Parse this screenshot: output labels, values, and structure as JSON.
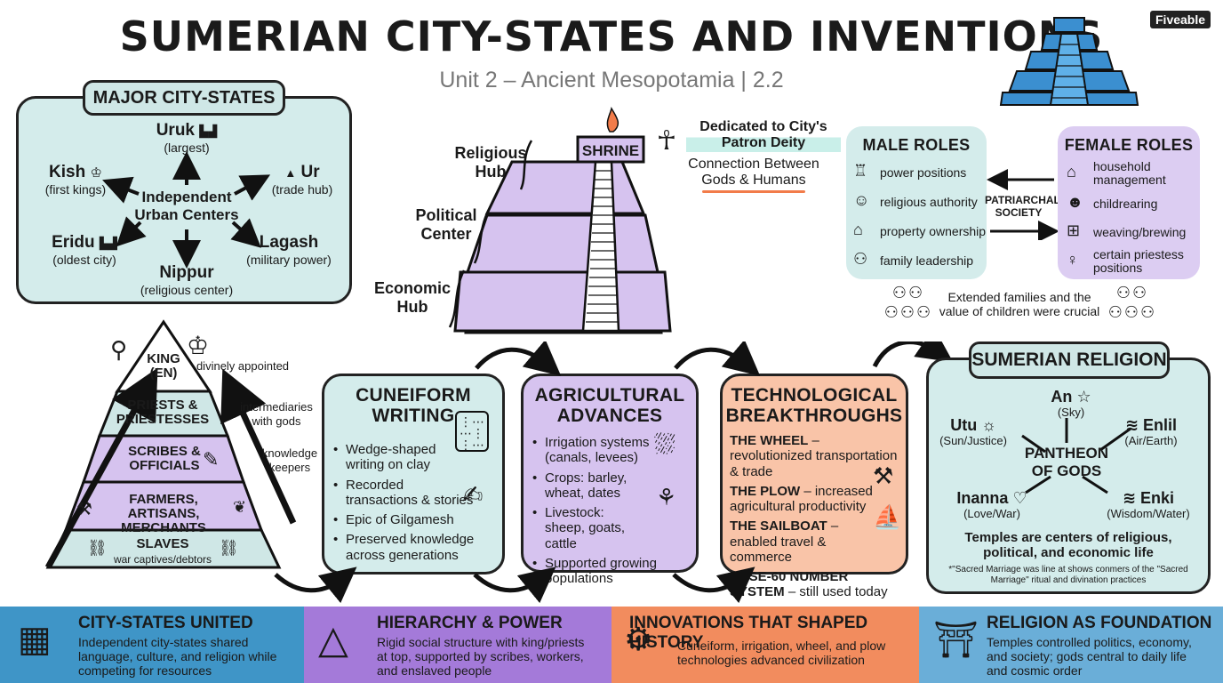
{
  "header": {
    "title": "SUMERIAN CITY-STATES AND INVENTIONS",
    "subtitle": "Unit 2 – Ancient Mesopotamia | 2.2",
    "logo_text": "Fiveable"
  },
  "city_states": {
    "heading": "MAJOR CITY-STATES",
    "center": "Independent Urban Centers",
    "cities": [
      {
        "name": "Uruk",
        "note": "(largest)"
      },
      {
        "name": "Kish",
        "note": "(first kings)"
      },
      {
        "name": "Ur",
        "note": "(trade hub)"
      },
      {
        "name": "Eridu",
        "note": "(oldest city)"
      },
      {
        "name": "Lagash",
        "note": "(military power)"
      },
      {
        "name": "Nippur",
        "note": "(religious center)"
      }
    ]
  },
  "ziggurat": {
    "shrine": "SHRINE",
    "levels": [
      "Religious Hub",
      "Political Center",
      "Economic Hub"
    ],
    "dedicated": "Dedicated to City's Patron Deity",
    "connection": "Connection Between Gods & Humans"
  },
  "roles": {
    "male_heading": "MALE ROLES",
    "male": [
      "power positions",
      "religious authority",
      "property ownership",
      "family leadership"
    ],
    "center": "PATRIARCHAL SOCIETY",
    "female_heading": "FEMALE ROLES",
    "female": [
      "household management",
      "childrearing",
      "weaving/brewing",
      "certain priestess positions"
    ],
    "families": "Extended families and the value of children were crucial"
  },
  "social_pyramid": {
    "tiers": [
      "KING (EN)",
      "PRIESTS & PRIESTESSES",
      "SCRIBES & OFFICIALS",
      "FARMERS, ARTISANS, MERCHANTS",
      "SLAVES"
    ],
    "slaves_note": "war captives/debtors",
    "side_notes": [
      "divinely appointed",
      "intermediaries with gods",
      "knowledge keepers"
    ]
  },
  "cuneiform": {
    "title": "CUNEIFORM WRITING",
    "items": [
      "Wedge-shaped writing on clay",
      "Recorded transactions & stories",
      "Epic of Gilgamesh",
      "Preserved knowledge across generations"
    ]
  },
  "agriculture": {
    "title": "AGRICULTURAL ADVANCES",
    "items": [
      "Irrigation systems (canals, levees)",
      "Crops: barley, wheat, dates",
      "Livestock: sheep, goats, cattle",
      "Supported growing populations"
    ]
  },
  "technology": {
    "title": "TECHNOLOGICAL BREAKTHROUGHS",
    "items": [
      {
        "name": "THE WHEEL",
        "desc": "– revolutionized transportation & trade"
      },
      {
        "name": "THE PLOW",
        "desc": "– increased agricultural productivity"
      },
      {
        "name": "THE SAILBOAT",
        "desc": "– enabled travel & commerce"
      },
      {
        "name": "BASE-60 NUMBER SYSTEM",
        "desc": "– still used today"
      }
    ]
  },
  "religion": {
    "title": "SUMERIAN RELIGION",
    "center": "PANTHEON OF GODS",
    "gods": [
      {
        "name": "An",
        "domain": "(Sky)"
      },
      {
        "name": "Utu",
        "domain": "(Sun/Justice)"
      },
      {
        "name": "Enlil",
        "domain": "(Air/Earth)"
      },
      {
        "name": "Inanna",
        "domain": "(Love/War)"
      },
      {
        "name": "Enki",
        "domain": "(Wisdom/Water)"
      }
    ],
    "temples": "Temples are centers of religious, political, and economic life",
    "footnote": "*\"Sacred Marriage was line at shows conmers of the \"Sacred Marriage\" ritual and divination practices"
  },
  "bottom": [
    {
      "title": "CITY-STATES UNITED",
      "text": "Independent city-states shared language, culture, and religion while competing for resources",
      "color": "#3f95c7"
    },
    {
      "title": "HIERARCHY & POWER",
      "text": "Rigid social structure with king/priests at top, supported by scribes, workers, and enslaved people",
      "color": "#a47ad9"
    },
    {
      "title": "INNOVATIONS THAT SHAPED HISTORY",
      "text": "Cuneiform, irrigation, wheel, and plow technologies advanced civilization",
      "color": "#f28c5e"
    },
    {
      "title": "RELIGION AS FOUNDATION",
      "text": "Temples controlled politics, economy, and society; gods central to daily life and cosmic order",
      "color": "#6aaed8"
    }
  ]
}
